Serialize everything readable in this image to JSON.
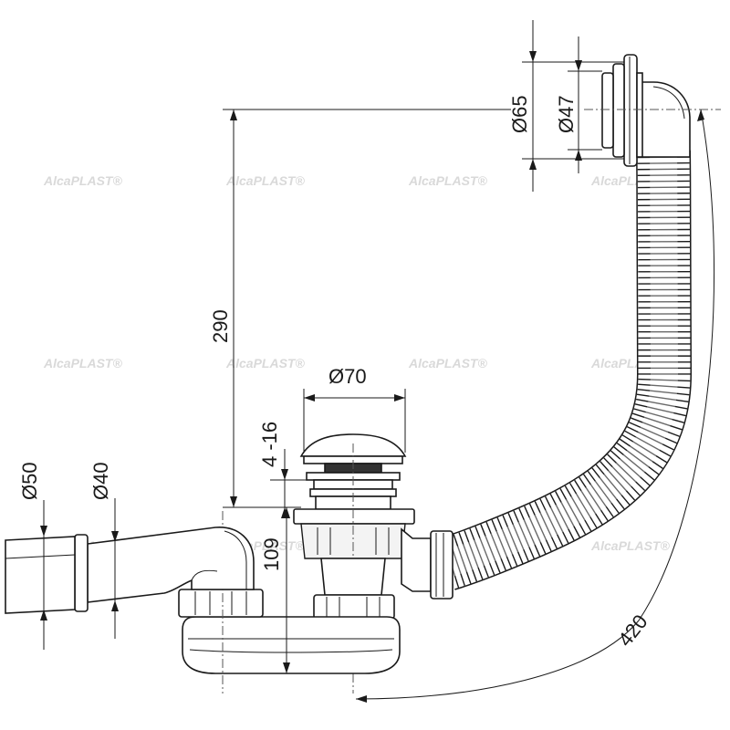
{
  "watermark": {
    "brand": "AlcaPLAST®"
  },
  "dimensions": {
    "overflow_outer_diameter": "Ø65",
    "overflow_inner_diameter": "Ø47",
    "height_overflow_to_waste": "290",
    "waste_cap_diameter": "Ø70",
    "waste_adjustment_range": "4 -16",
    "outlet_outer_diameter": "Ø50",
    "outlet_inner_diameter": "Ø40",
    "siphon_height": "109",
    "hose_length": "420"
  }
}
